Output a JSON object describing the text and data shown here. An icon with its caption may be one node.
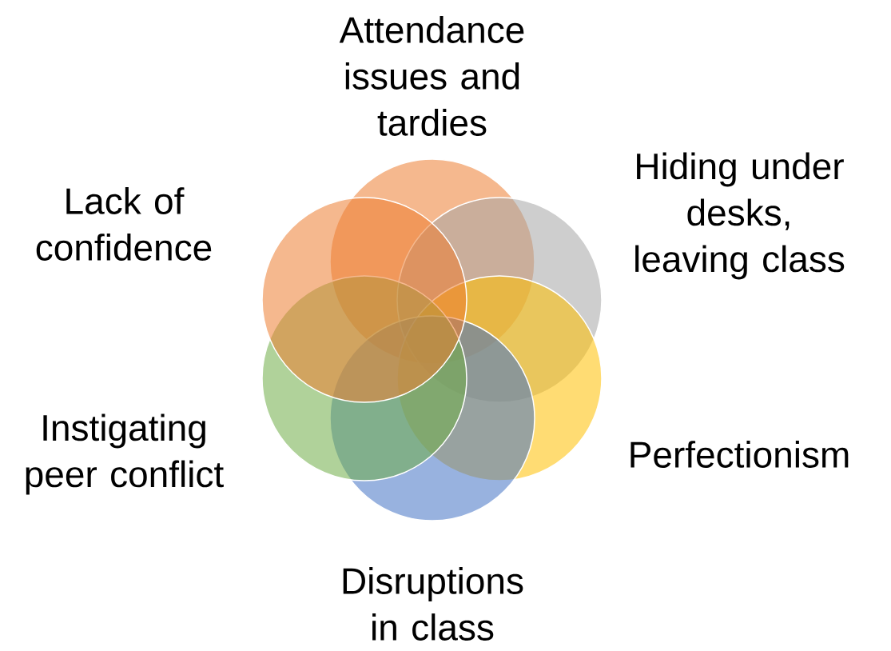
{
  "diagram": {
    "nodes": [
      {
        "text": [
          "Attendance issues and tardies"
        ]
      },
      {
        "text": [
          "Hiding under desks, leaving class"
        ]
      },
      {
        "text": [
          "Perfectionism"
        ]
      },
      {
        "text": [
          "Disruptions in class"
        ]
      },
      {
        "text": [
          "Instigating peer conflict"
        ]
      },
      {
        "text": [
          "Lack of confidence"
        ]
      }
    ]
  }
}
